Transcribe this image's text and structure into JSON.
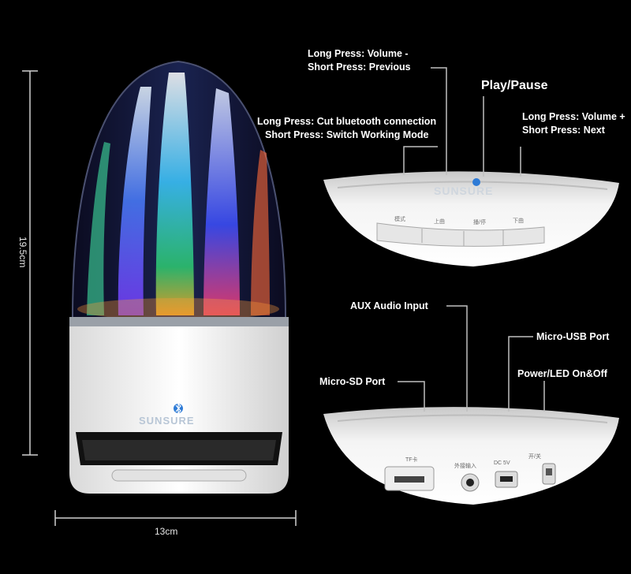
{
  "dimensions": {
    "height": "19.5cm",
    "width": "13cm"
  },
  "brand": "SUNSURE",
  "top_panel": {
    "callouts": {
      "volume_down": [
        "Long Press: Volume -",
        "Short Press: Previous"
      ],
      "play_pause": "Play/Pause",
      "mode": [
        "Long Press: Cut bluetooth connection",
        "Short Press: Switch Working Mode"
      ],
      "volume_up": [
        "Long Press: Volume +",
        "Short Press: Next"
      ]
    },
    "button_labels": [
      "模式",
      "上曲",
      "播/停",
      "下曲"
    ]
  },
  "bottom_panel": {
    "callouts": {
      "aux": "AUX Audio Input",
      "micro_usb": "Micro-USB Port",
      "micro_sd": "Micro-SD Port",
      "power": "Power/LED On&Off"
    },
    "port_labels": [
      "TF卡",
      "外接输入",
      "DC 5V",
      "开/关"
    ]
  },
  "colors": {
    "background": "#000000",
    "body": "#f2f2f2",
    "line": "#bfbfbf",
    "accent": "#2e7bd6"
  }
}
